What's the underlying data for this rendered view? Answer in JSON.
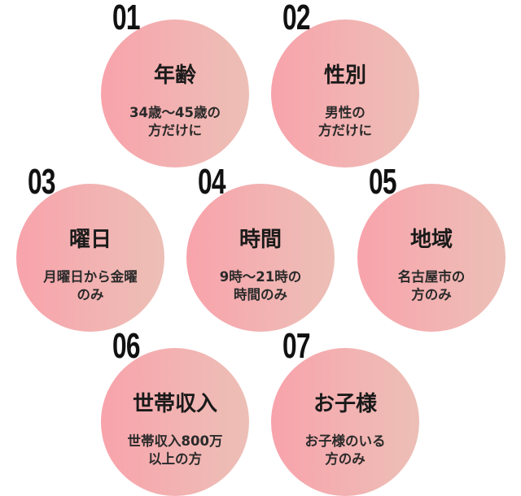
{
  "colors": {
    "circle_left": "#f8a3ab",
    "circle_right": "#ecbfb6",
    "text": "#1a1a1a"
  },
  "items": [
    {
      "number": "01",
      "title": "年齢",
      "desc": "34歳〜45歳の\n方だけに"
    },
    {
      "number": "02",
      "title": "性別",
      "desc": "男性の\n方だけに"
    },
    {
      "number": "03",
      "title": "曜日",
      "desc": "月曜日から金曜\nのみ"
    },
    {
      "number": "04",
      "title": "時間",
      "desc": "9時〜21時の\n時間のみ"
    },
    {
      "number": "05",
      "title": "地域",
      "desc": "名古屋市の\n方のみ"
    },
    {
      "number": "06",
      "title": "世帯収入",
      "desc": "世帯収入800万\n以上の方"
    },
    {
      "number": "07",
      "title": "お子様",
      "desc": "お子様のいる\n方のみ"
    }
  ]
}
